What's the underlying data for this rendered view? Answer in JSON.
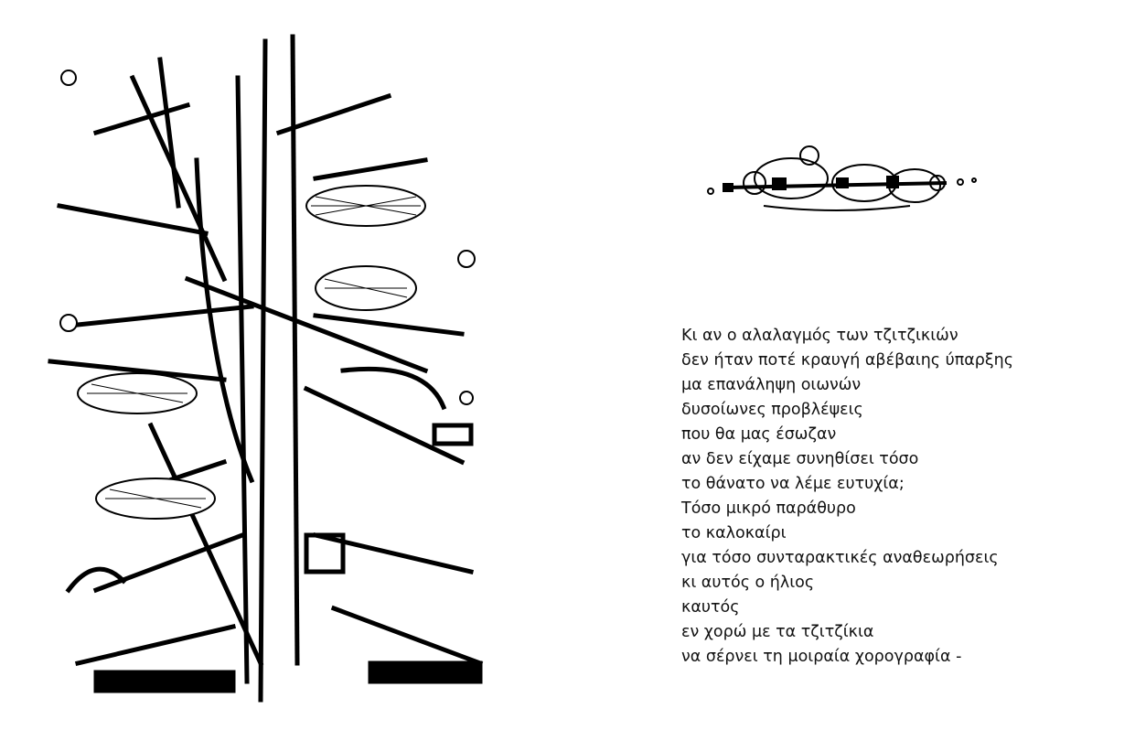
{
  "poem": {
    "lines": [
      "Κι αν ο αλαλαγμός των τζιτζικιών",
      "δεν ήταν ποτέ κραυγή αβέβαιης ύπαρξης",
      "μα επανάληψη οιωνών",
      "δυσοίωνες προβλέψεις",
      "που θα μας έσωζαν",
      "αν δεν είχαμε συνηθίσει τόσο",
      "το θάνατο να λέμε ευτυχία;",
      "Τόσο μικρό παράθυρο",
      "το καλοκαίρι",
      "για τόσο συνταρακτικές αναθεωρήσεις",
      "κι αυτός ο ήλιος",
      "καυτός",
      "εν χορώ με τα τζιτζίκια",
      "να σέρνει τη μοιραία χορογραφία -"
    ]
  }
}
